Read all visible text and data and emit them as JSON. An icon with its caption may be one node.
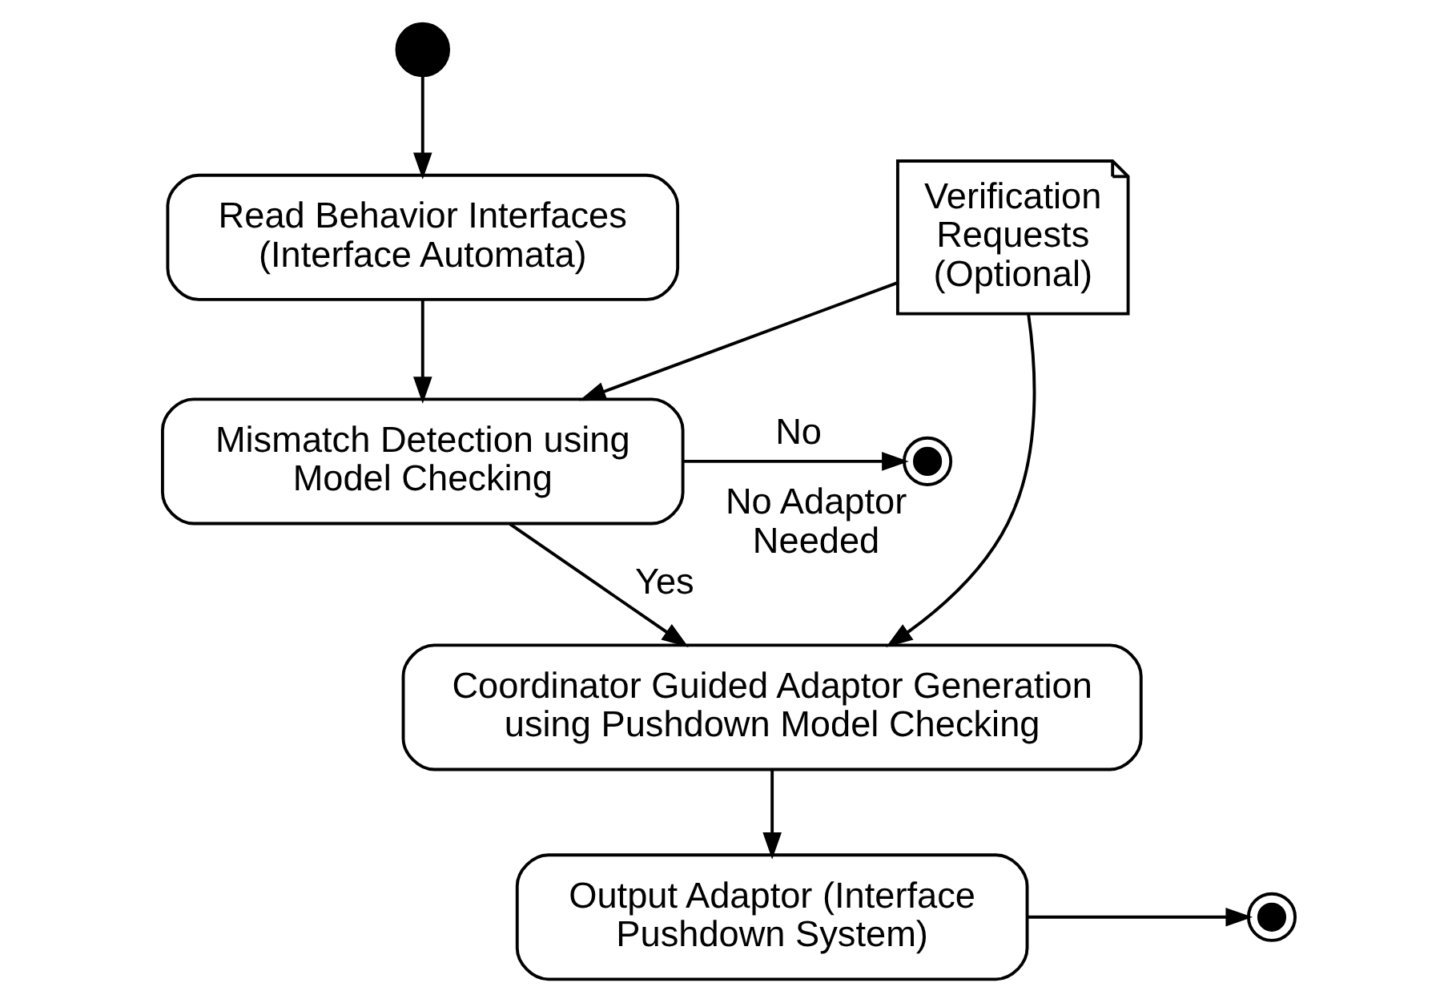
{
  "diagram": {
    "nodes": [
      {
        "text": [],
        "shape": "circle"
      },
      {
        "text": [
          "Read Behavior Interfaces (Interface Automata)"
        ]
      },
      {
        "text": [
          "Mismatch Detection using Model Checking"
        ]
      },
      {
        "text": [],
        "shape": "circle",
        "beside": [
          "No Adaptor Needed"
        ]
      },
      {
        "text": [
          "Verification Requests (Optional)"
        ]
      },
      {
        "text": [
          "Coordinator Guided Adaptor Generation using Pushdown Model Checking"
        ]
      },
      {
        "text": [
          "Output Adaptor (Interface Pushdown System)"
        ]
      },
      {
        "text": [],
        "shape": "circle"
      }
    ],
    "edges": [
      {
        "from": 0,
        "to": 1,
        "arrow": "to"
      },
      {
        "from": 1,
        "to": 2,
        "arrow": "to"
      },
      {
        "from": 2,
        "to": 3,
        "arrow": "to",
        "label": "No"
      },
      {
        "from": 4,
        "to": 2,
        "arrow": "to"
      },
      {
        "from": 2,
        "to": 5,
        "arrow": "to",
        "label": "Yes"
      },
      {
        "from": 4,
        "to": 5,
        "arrow": "to"
      },
      {
        "from": 5,
        "to": 6,
        "arrow": "to"
      },
      {
        "from": 6,
        "to": 7,
        "arrow": "to"
      }
    ]
  }
}
